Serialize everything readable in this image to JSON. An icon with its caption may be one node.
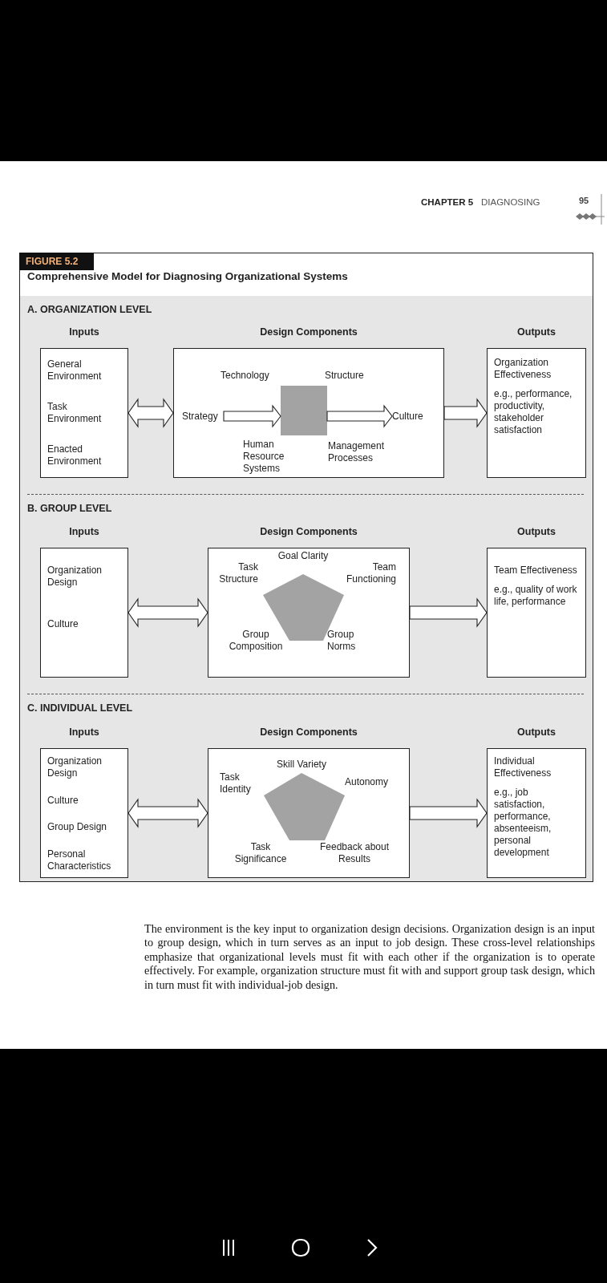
{
  "diagram": {
    "title": "Comprehensive Model for Diagnosing Organizational Systems",
    "caption": "The environment is the key input to organization design decisions. Organization design is an input to group design, which in turn serves as an input to job design. These cross-level relationships emphasize that organizational levels must fit with each other if the organization is to operate effectively. For example, organization structure must fit with and support group task design, which in turn must fit with individual-job design.",
    "nodes": [
      {
        "text": [
          "Inputs",
          "General Environment",
          "Task Environment",
          "Enacted Environment"
        ]
      },
      {
        "text": [
          "Design Components",
          "Technology",
          "Structure",
          "Human Resource Systems",
          "Management Processes"
        ]
      },
      {
        "text": [
          "Strategy"
        ],
        "in": 1
      },
      {
        "text": [],
        "shape": "box",
        "in": 1
      },
      {
        "text": [
          "Culture"
        ],
        "in": 1
      },
      {
        "text": [
          "Outputs",
          "Organization Effectiveness",
          "e.g., performance, productivity, stakeholder satisfaction"
        ]
      },
      {
        "text": [
          "Inputs",
          "Organization Design",
          "Culture"
        ]
      },
      {
        "text": [
          "Design Components",
          "Goal Clarity",
          "Task Structure",
          "Team Functioning",
          "Group Composition",
          "Group Norms"
        ]
      },
      {
        "text": [],
        "shape": "pentagon",
        "in": 7
      },
      {
        "text": [
          "Outputs",
          "Team Effectiveness",
          "e.g., quality of work life, performance"
        ]
      },
      {
        "text": [
          "Inputs",
          "Organization Design",
          "Culture",
          "Group Design",
          "Personal Characteristics"
        ]
      },
      {
        "text": [
          "Design Components",
          "Skill Variety",
          "Task Identity",
          "Autonomy",
          "Task Significance",
          "Feedback about Results"
        ]
      },
      {
        "text": [],
        "shape": "pentagon",
        "in": 11
      },
      {
        "text": [
          "Outputs",
          "Individual Effectiveness",
          "e.g., job satisfaction, performance, absenteeism, personal development"
        ]
      }
    ],
    "edges": [
      {
        "from": 0,
        "to": 1,
        "arrow": "both"
      },
      {
        "from": 2,
        "to": 3,
        "arrow": "to"
      },
      {
        "from": 3,
        "to": 4,
        "arrow": "to"
      },
      {
        "from": 1,
        "to": 5,
        "arrow": "to"
      },
      {
        "from": 6,
        "to": 7,
        "arrow": "both"
      },
      {
        "from": 7,
        "to": 9,
        "arrow": "to"
      },
      {
        "from": 10,
        "to": 11,
        "arrow": "both"
      },
      {
        "from": 11,
        "to": 13,
        "arrow": "to"
      }
    ],
    "labels": [
      "CHAPTER 5",
      "DIAGNOSING",
      "95",
      "FIGURE 5.2",
      "A. ORGANIZATION LEVEL",
      "B. GROUP LEVEL",
      "C. INDIVIDUAL LEVEL"
    ]
  }
}
